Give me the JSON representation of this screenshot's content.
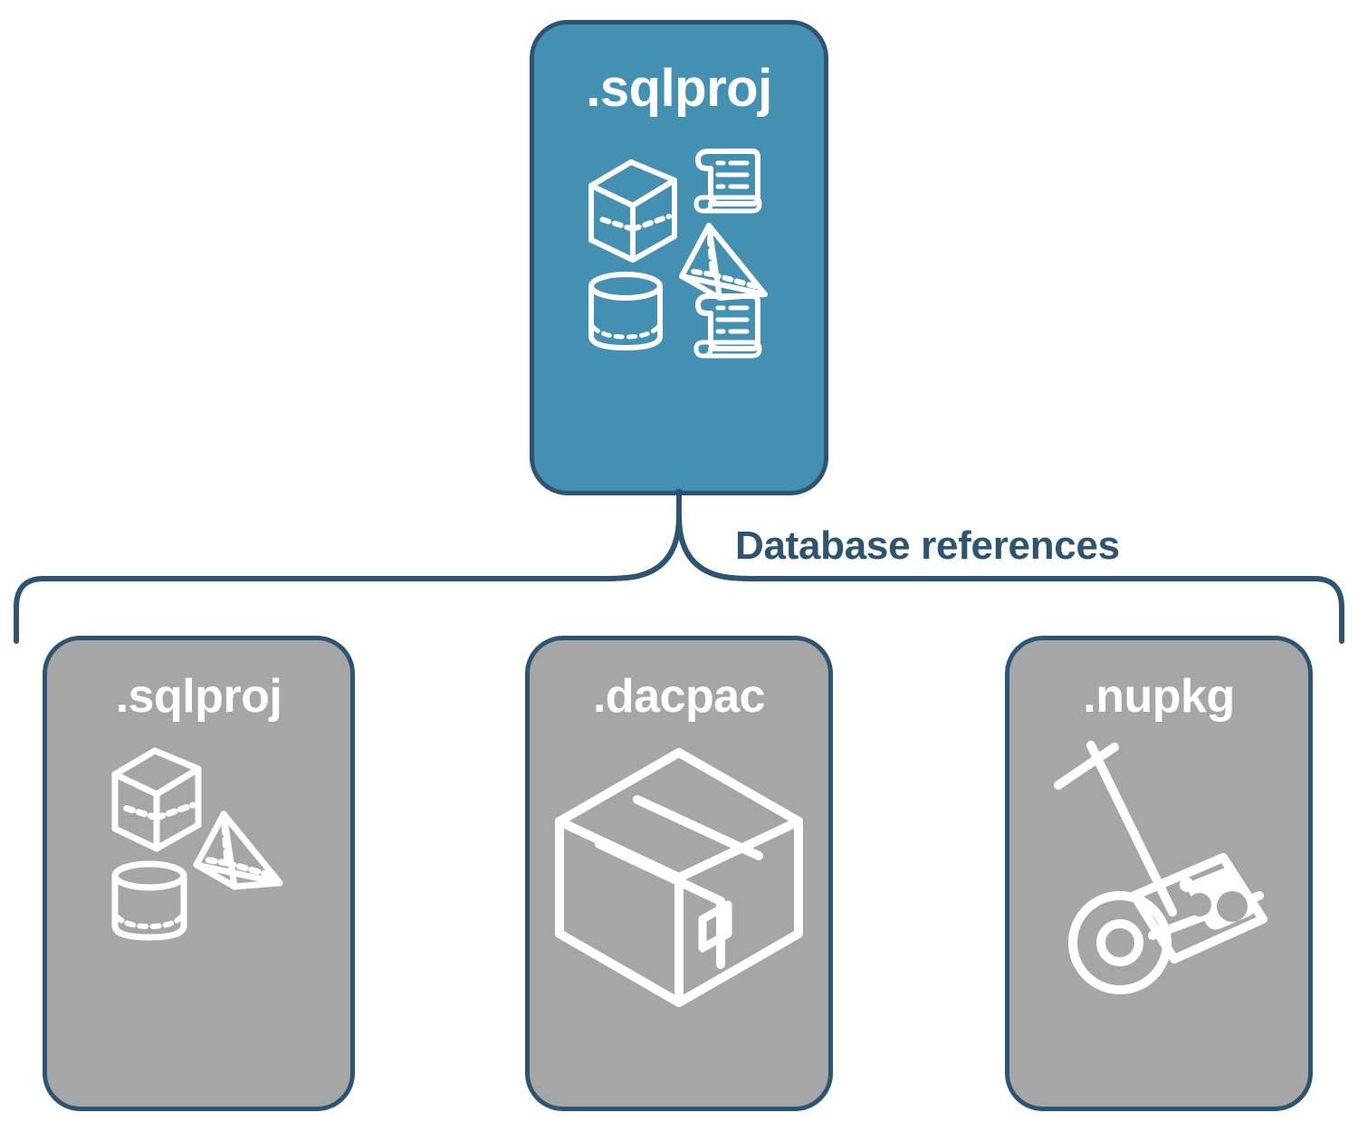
{
  "diagram": {
    "title_note": "Database reference types for a SQL database project",
    "colors": {
      "primary_card_fill": "#4490b3",
      "reference_card_fill": "#a6a6a6",
      "border": "#2d5472",
      "label_text": "#2d5472",
      "card_text": "#ffffff"
    }
  },
  "root_card": {
    "label": ".sqlproj",
    "icons": [
      "cube-wireframe-icon",
      "scroll-script-icon",
      "pyramid-wireframe-icon",
      "cylinder-wireframe-icon",
      "scroll-script-icon"
    ]
  },
  "connector": {
    "label": "Database references",
    "style": "curly-brace",
    "direction": "one-to-many"
  },
  "reference_cards": [
    {
      "label": ".sqlproj",
      "icons": [
        "cube-wireframe-icon",
        "pyramid-wireframe-icon",
        "cylinder-wireframe-icon"
      ]
    },
    {
      "label": ".dacpac",
      "icons": [
        "shipping-box-icon"
      ]
    },
    {
      "label": ".nupkg",
      "icons": [
        "hand-truck-package-icon"
      ]
    }
  ]
}
